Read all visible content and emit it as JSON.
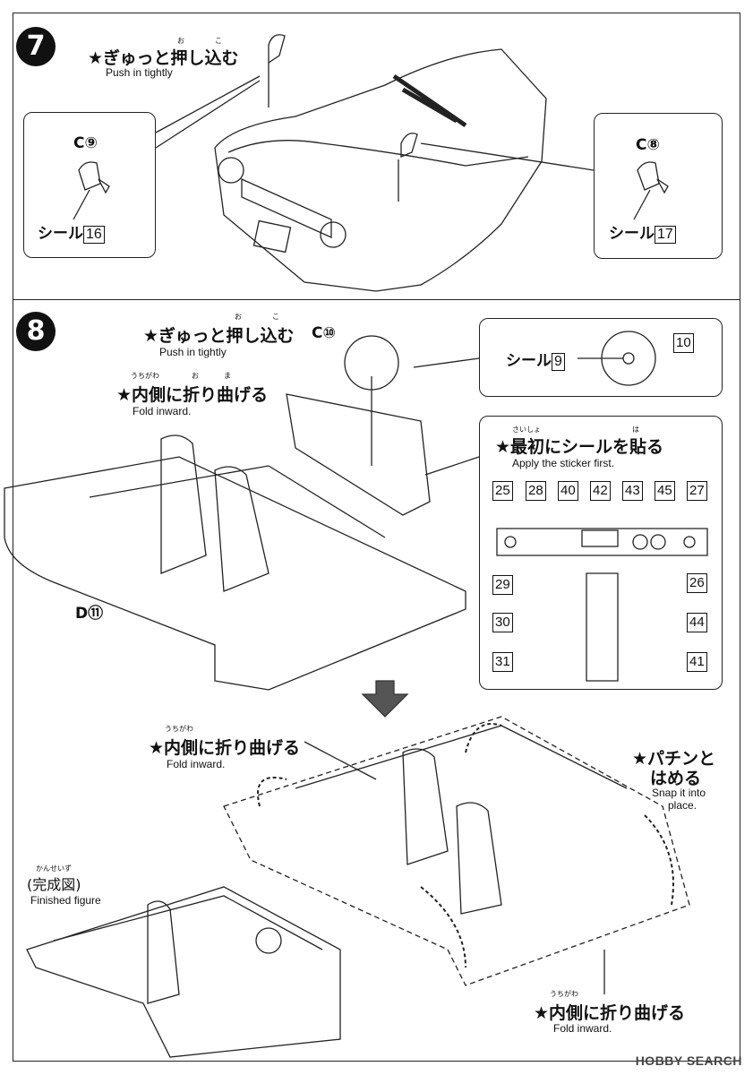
{
  "step7": {
    "number": "7",
    "instruction_jp": "★ぎゅっと押し込む",
    "furigana_push": "お",
    "furigana_komu": "こ",
    "instruction_en": "Push in tightly",
    "left_part": "C⑨",
    "left_seal_label": "シール",
    "left_seal_num": "16",
    "right_part": "C⑧",
    "right_seal_label": "シール",
    "right_seal_num": "17"
  },
  "step8": {
    "number": "8",
    "push_jp": "★ぎゅっと押し込む",
    "push_en": "Push in tightly",
    "push_furi_o": "お",
    "push_furi_ko": "こ",
    "steering_part": "C⑩",
    "fold_jp": "★内側に折り曲げる",
    "fold_furi_uchigawa": "うちがわ",
    "fold_furi_o": "お",
    "fold_furi_ma": "ま",
    "fold_en": "Fold inward.",
    "floor_part": "D⑪",
    "seal_callout_label": "シール",
    "seal_callout_num1": "9",
    "seal_callout_num2": "10",
    "sticker_jp": "★最初にシールを貼る",
    "sticker_furi_saisho": "さいしょ",
    "sticker_furi_ha": "は",
    "sticker_en": "Apply the sticker first.",
    "sticker_nums_top": [
      "25",
      "28",
      "40",
      "42",
      "43",
      "45",
      "27"
    ],
    "sticker_nums_right": [
      "26",
      "44",
      "41"
    ],
    "sticker_nums_left": [
      "29",
      "30",
      "31"
    ],
    "fold2_jp": "★内側に折り曲げる",
    "fold2_en": "Fold inward.",
    "snap_jp_line1": "★パチンと",
    "snap_jp_line2": "はめる",
    "snap_en_line1": "Snap it into",
    "snap_en_line2": "place.",
    "finished_furi": "かんせいず",
    "finished_jp": "(完成図)",
    "finished_en": "Finished figure",
    "fold3_jp": "★内側に折り曲げる",
    "fold3_en": "Fold inward."
  },
  "watermark": "HOBBY SEARCH"
}
